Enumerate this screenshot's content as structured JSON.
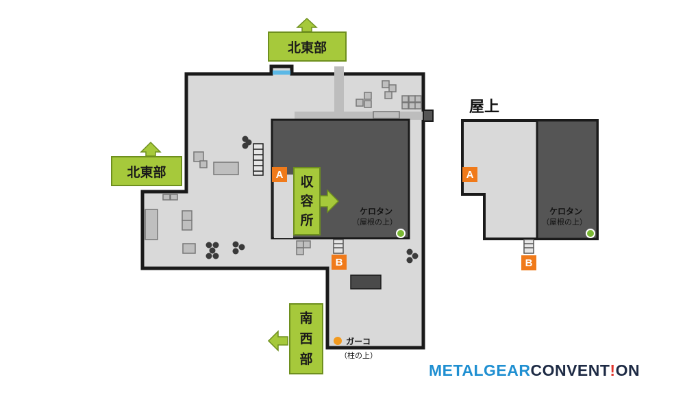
{
  "signs": {
    "north_top": "北東部",
    "north_left": "北東部",
    "detention": [
      "収",
      "容",
      "所"
    ],
    "south": [
      "南",
      "西",
      "部"
    ]
  },
  "markers": {
    "a_main": "A",
    "b_main": "B",
    "a_roof": "A",
    "b_roof": "B"
  },
  "roof": {
    "title": "屋上"
  },
  "poi": {
    "kerotan_main": {
      "name": "ケロタン",
      "note": "（屋根の上）",
      "color": "#7ab833"
    },
    "kerotan_roof": {
      "name": "ケロタン",
      "note": "（屋根の上）",
      "color": "#7ab833"
    },
    "gako": {
      "name": "ガーコ",
      "note": "（柱の上）",
      "color": "#f29a1f"
    }
  },
  "logo": {
    "part1": "METAL",
    "part2": "GEAR",
    "part3": "CONVENT",
    "part4": "!",
    "part5": "ON"
  },
  "colors": {
    "floor": "#d9d9d9",
    "roof": "#555555",
    "wall": "#1a1a1a",
    "sign": "#a6c93b",
    "marker": "#f07a1a"
  }
}
